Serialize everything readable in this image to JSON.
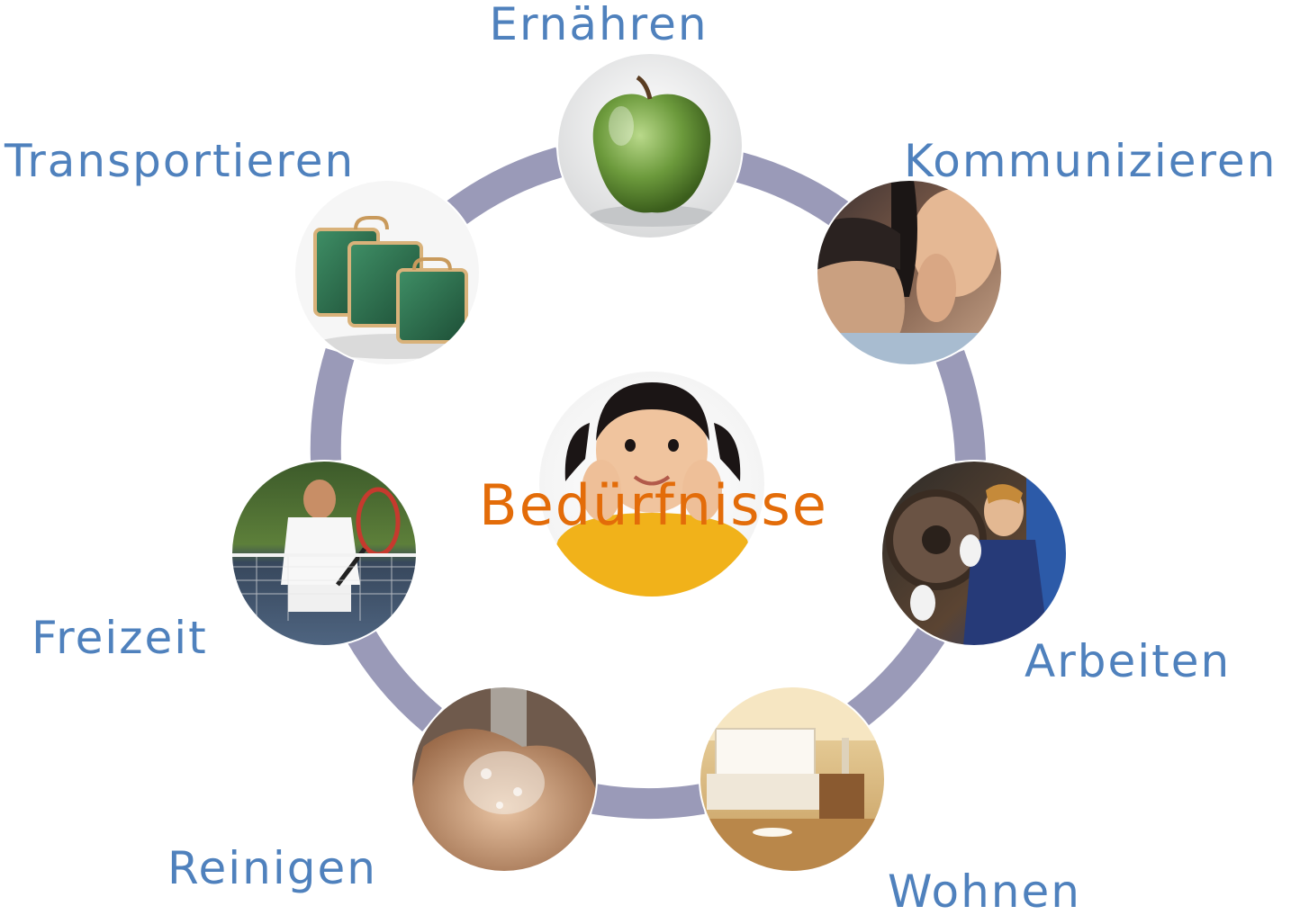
{
  "colors": {
    "ring": "#9a9ab8",
    "label": "#4f81bd",
    "center_label": "#e36c09",
    "photo_edge": "#ffffff"
  },
  "center": {
    "label": "Bedürfnisse",
    "icon": "smiling-girl-photo"
  },
  "nodes": [
    {
      "id": "ernaehren",
      "label": "Ernähren",
      "icon": "green-apple-photo"
    },
    {
      "id": "kommunizieren",
      "label": "Kommunizieren",
      "icon": "whispering-women-photo"
    },
    {
      "id": "arbeiten",
      "label": "Arbeiten",
      "icon": "mechanic-photo"
    },
    {
      "id": "wohnen",
      "label": "Wohnen",
      "icon": "bedroom-photo"
    },
    {
      "id": "reinigen",
      "label": "Reinigen",
      "icon": "washing-hands-photo"
    },
    {
      "id": "freizeit",
      "label": "Freizeit",
      "icon": "tennis-player-photo"
    },
    {
      "id": "transportieren",
      "label": "Transportieren",
      "icon": "suitcases-photo"
    }
  ]
}
